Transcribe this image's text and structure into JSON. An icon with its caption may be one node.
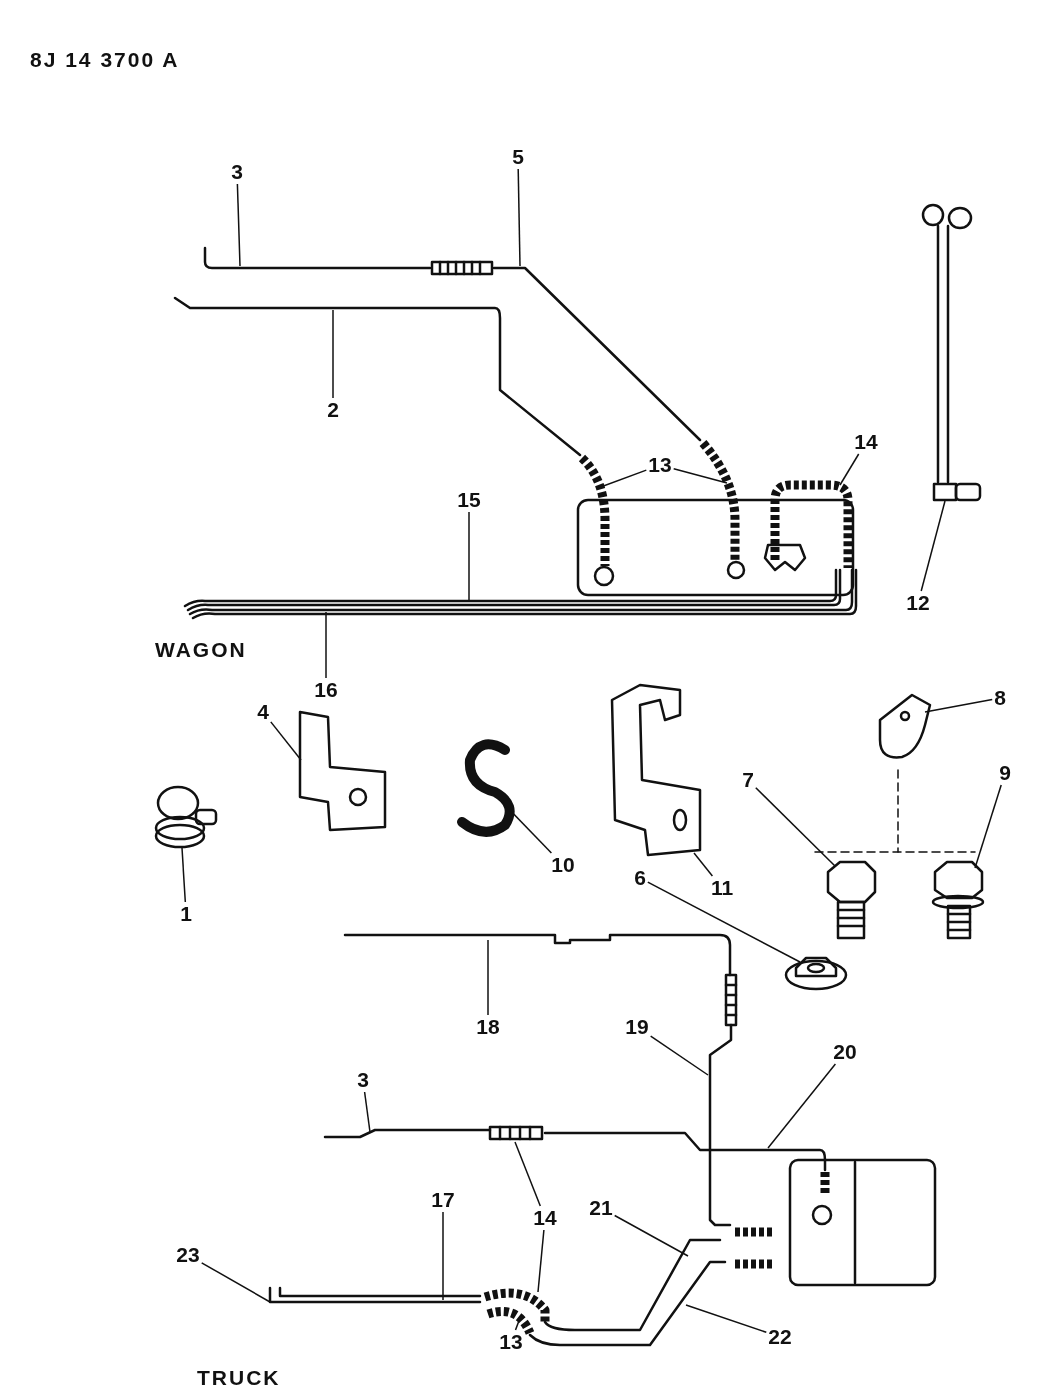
{
  "diagram": {
    "nodes": [
      {
        "text": [
          "3"
        ]
      },
      {
        "text": [
          "5"
        ]
      },
      {
        "text": [
          "2"
        ]
      },
      {
        "text": [
          "13"
        ]
      },
      {
        "text": [
          "14"
        ]
      },
      {
        "text": [
          "15"
        ]
      },
      {
        "text": [
          "12"
        ]
      },
      {
        "text": [
          "16"
        ]
      },
      {
        "text": [
          "4"
        ]
      },
      {
        "text": [
          "8"
        ]
      },
      {
        "text": [
          "7"
        ]
      },
      {
        "text": [
          "9"
        ]
      },
      {
        "text": [
          "10"
        ]
      },
      {
        "text": [
          "6"
        ]
      },
      {
        "text": [
          "11"
        ]
      },
      {
        "text": [
          "1"
        ]
      },
      {
        "text": [
          "18"
        ]
      },
      {
        "text": [
          "19"
        ]
      },
      {
        "text": [
          "20"
        ]
      },
      {
        "text": [
          "3"
        ]
      },
      {
        "text": [
          "17"
        ]
      },
      {
        "text": [
          "14"
        ]
      },
      {
        "text": [
          "21"
        ]
      },
      {
        "text": [
          "23"
        ]
      },
      {
        "text": [
          "13"
        ]
      },
      {
        "text": [
          "22"
        ]
      },
      {
        "text": [],
        "shape": "picture"
      },
      {
        "text": [],
        "shape": "picture"
      },
      {
        "text": [],
        "shape": "picture"
      }
    ],
    "edges": [
      {
        "from": 0,
        "to": null,
        "arrow": "none"
      },
      {
        "from": 1,
        "to": null,
        "arrow": "none"
      },
      {
        "from": 2,
        "to": null,
        "arrow": "none"
      },
      {
        "from": 3,
        "to": null,
        "arrow": "none"
      },
      {
        "from": 3,
        "to": null,
        "arrow": "none"
      },
      {
        "from": 4,
        "to": null,
        "arrow": "none"
      },
      {
        "from": 5,
        "to": null,
        "arrow": "none"
      },
      {
        "from": 6,
        "to": 28,
        "arrow": "none"
      },
      {
        "from": 7,
        "to": null,
        "arrow": "none"
      },
      {
        "from": 8,
        "to": 26,
        "arrow": "none"
      },
      {
        "from": 9,
        "to": null,
        "arrow": "none"
      },
      {
        "from": 10,
        "to": null,
        "arrow": "none"
      },
      {
        "from": 11,
        "to": null,
        "arrow": "none"
      },
      {
        "from": 12,
        "to": null,
        "arrow": "none"
      },
      {
        "from": 13,
        "to": null,
        "arrow": "none"
      },
      {
        "from": 14,
        "to": 27,
        "arrow": "none"
      },
      {
        "from": 15,
        "to": null,
        "arrow": "none"
      },
      {
        "from": 16,
        "to": null,
        "arrow": "none"
      },
      {
        "from": 17,
        "to": null,
        "arrow": "none"
      },
      {
        "from": 18,
        "to": null,
        "arrow": "none"
      },
      {
        "from": 19,
        "to": null,
        "arrow": "none"
      },
      {
        "from": 20,
        "to": null,
        "arrow": "none"
      },
      {
        "from": 21,
        "to": null,
        "arrow": "none"
      },
      {
        "from": 21,
        "to": null,
        "arrow": "none"
      },
      {
        "from": 22,
        "to": null,
        "arrow": "none"
      },
      {
        "from": 23,
        "to": null,
        "arrow": "none"
      },
      {
        "from": 24,
        "to": null,
        "arrow": "none"
      },
      {
        "from": 25,
        "to": null,
        "arrow": "none"
      }
    ],
    "labels": [
      "8J 14 3700 A",
      "WAGON",
      "TRUCK"
    ]
  }
}
